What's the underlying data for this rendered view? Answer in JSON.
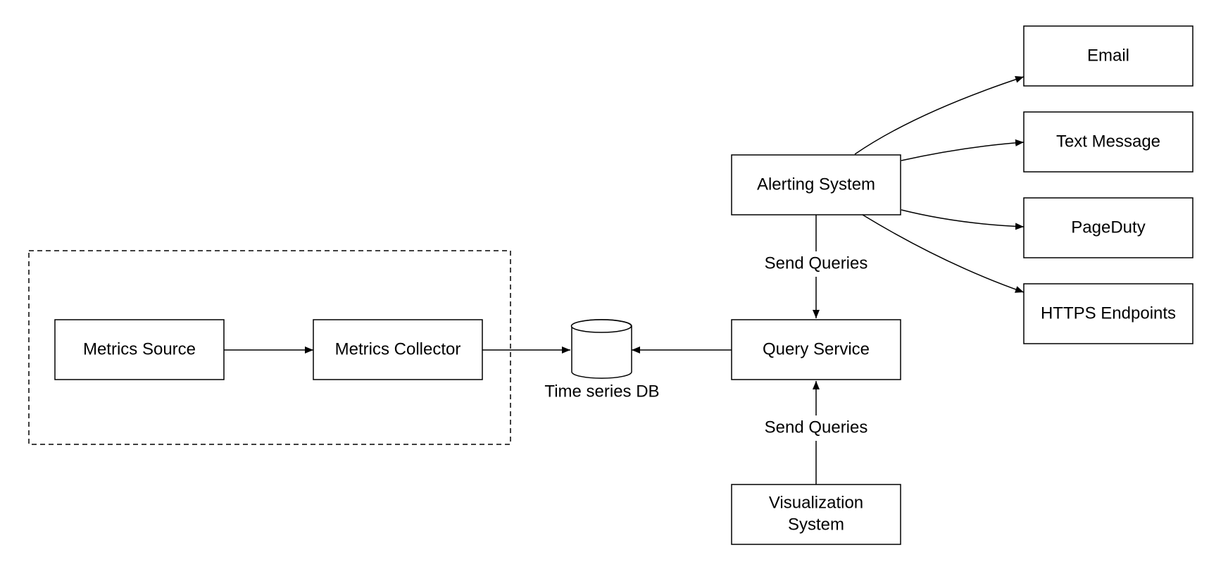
{
  "nodes": {
    "metrics_source": "Metrics Source",
    "metrics_collector": "Metrics Collector",
    "time_series_db": "Time series DB",
    "query_service": "Query Service",
    "alerting_system": "Alerting System",
    "visualization_system_line1": "Visualization",
    "visualization_system_line2": "System",
    "email": "Email",
    "text_message": "Text Message",
    "pageduty": "PageDuty",
    "https_endpoints": "HTTPS Endpoints"
  },
  "edges": {
    "alerting_to_query": "Send Queries",
    "visualization_to_query": "Send Queries"
  },
  "colors": {
    "stroke": "#000000",
    "background": "#ffffff"
  }
}
